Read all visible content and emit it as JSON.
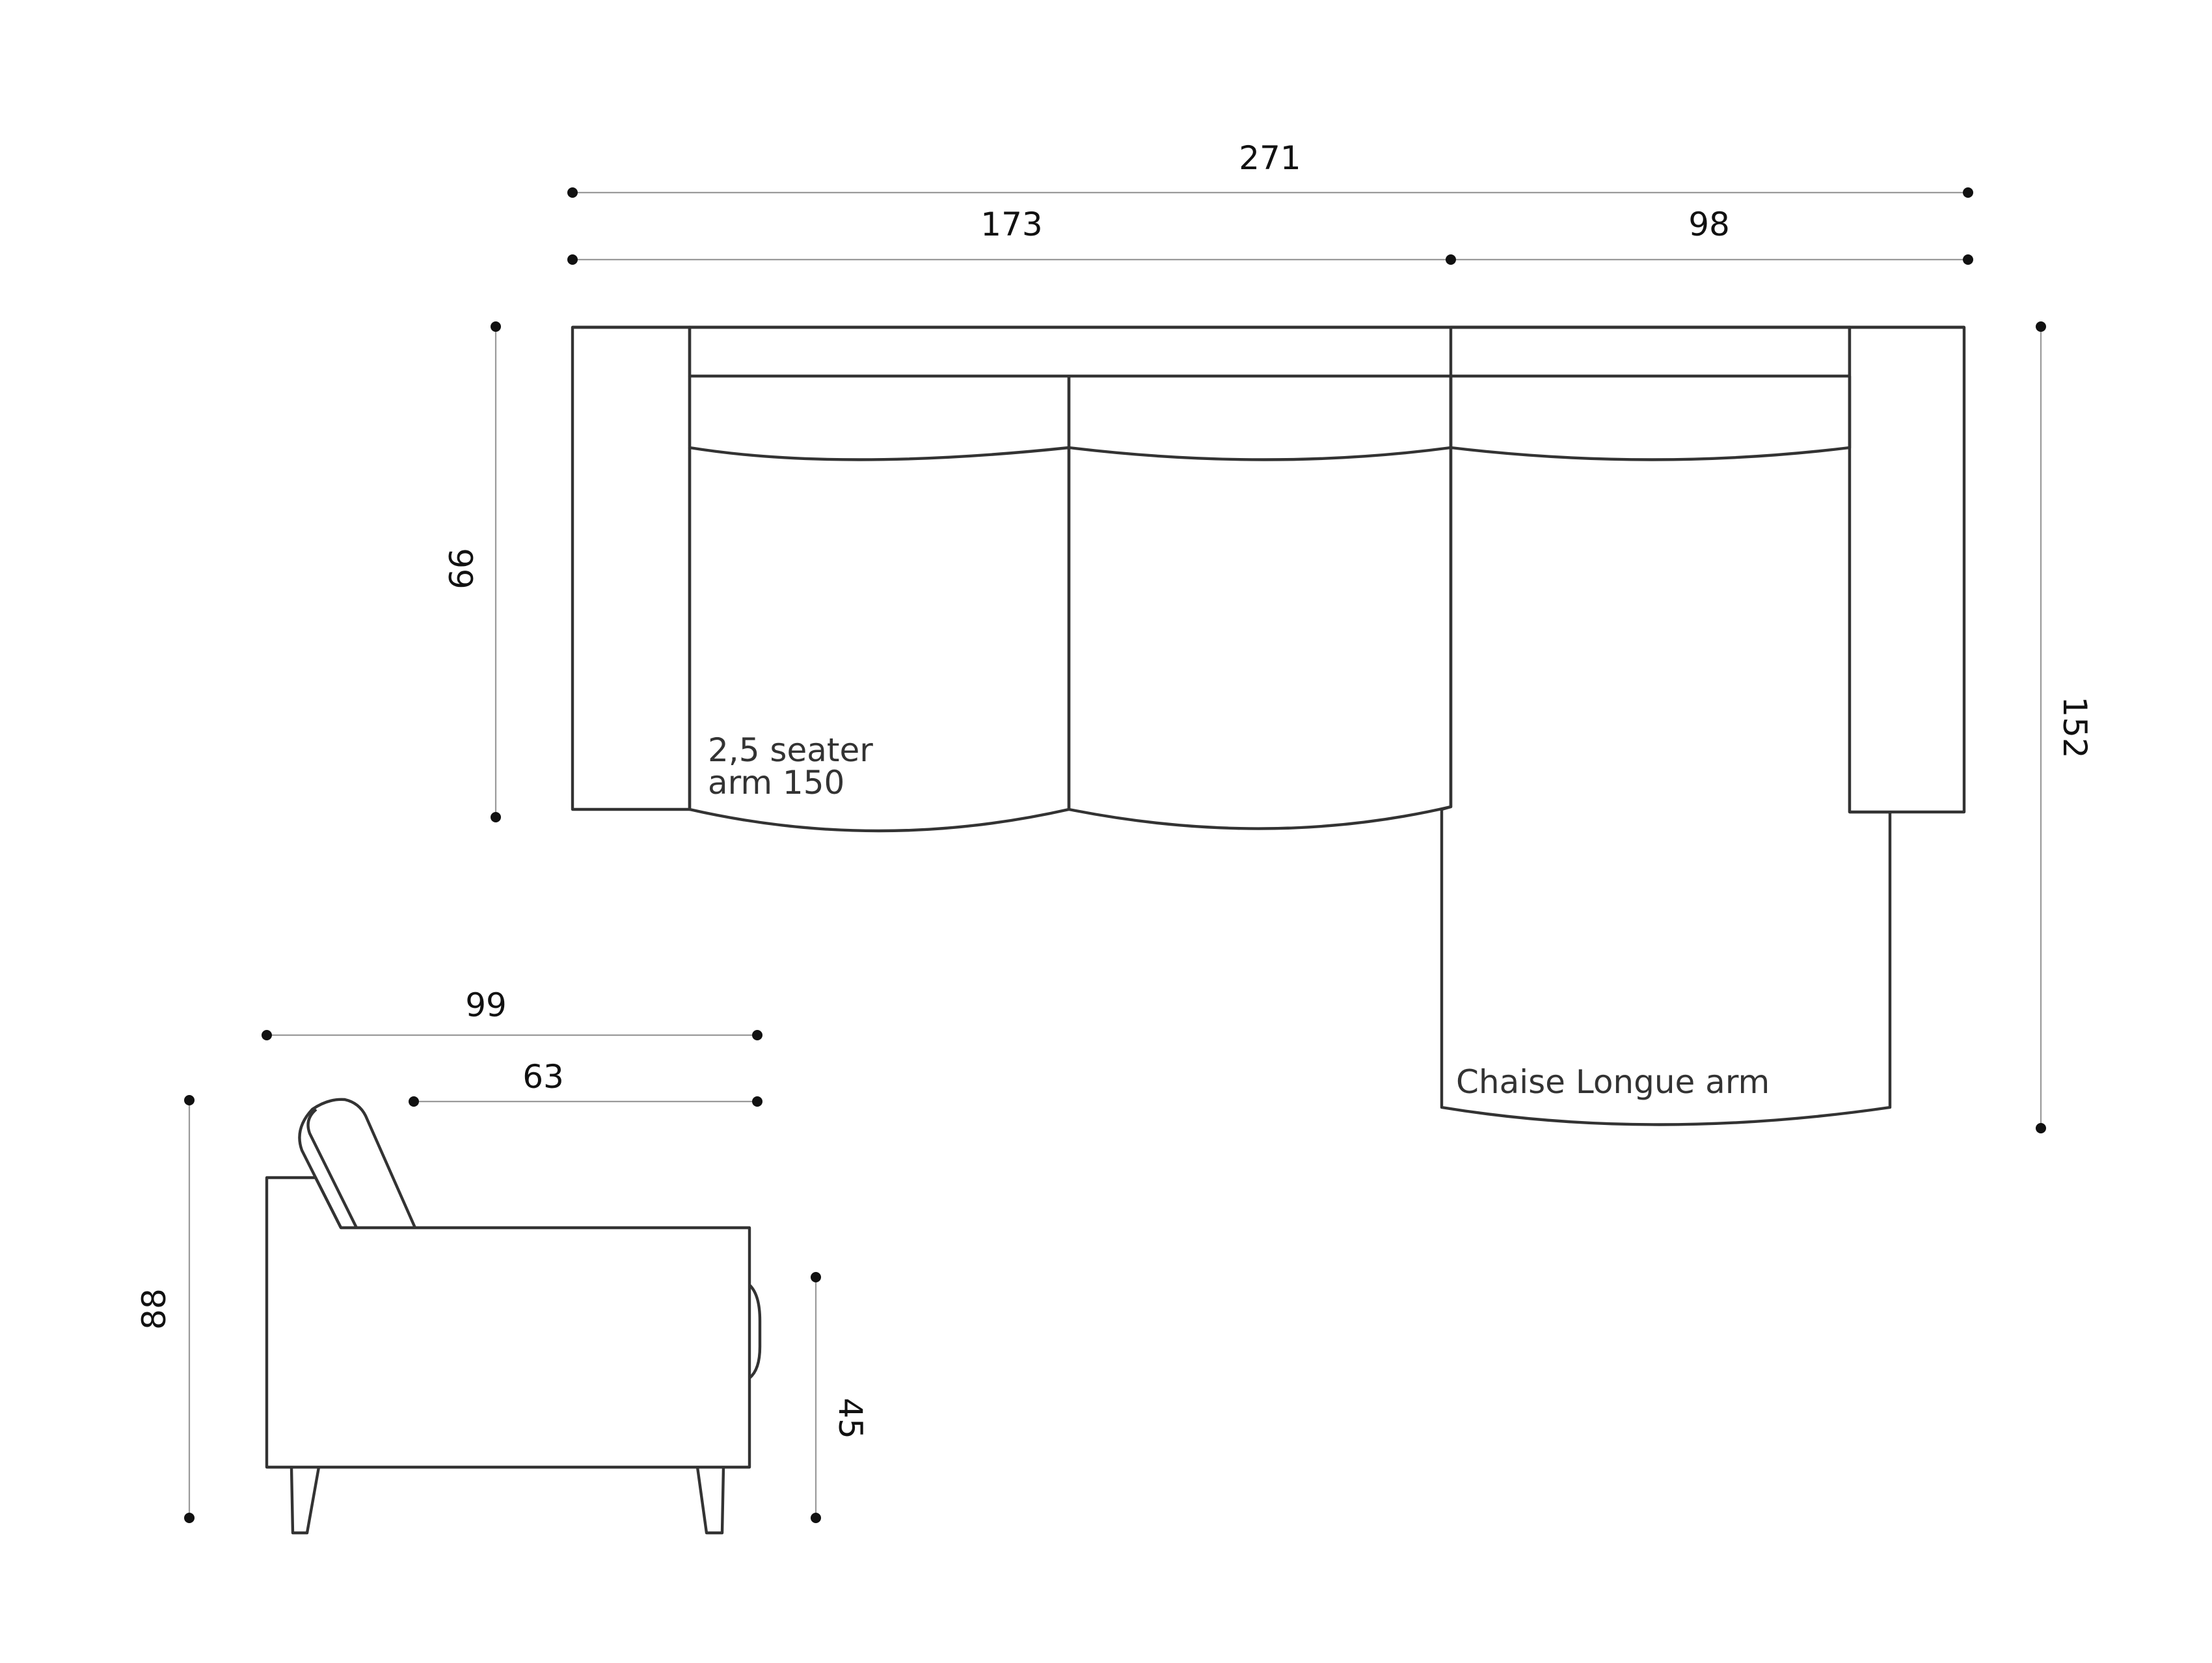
{
  "dimensions": {
    "total_width": "271",
    "sofa_width": "173",
    "chaise_width": "98",
    "sofa_depth": "99",
    "chaise_depth": "152",
    "side_depth": "99",
    "seat_depth": "63",
    "total_height": "88",
    "seat_height": "45"
  },
  "labels": {
    "sofa_line1": "2,5 seater",
    "sofa_line2": "arm 150",
    "chaise": "Chaise Longue arm"
  },
  "colors": {
    "outline": "#333333",
    "dimension_line": "#9a9a9a",
    "dimension_dot": "#111111"
  }
}
